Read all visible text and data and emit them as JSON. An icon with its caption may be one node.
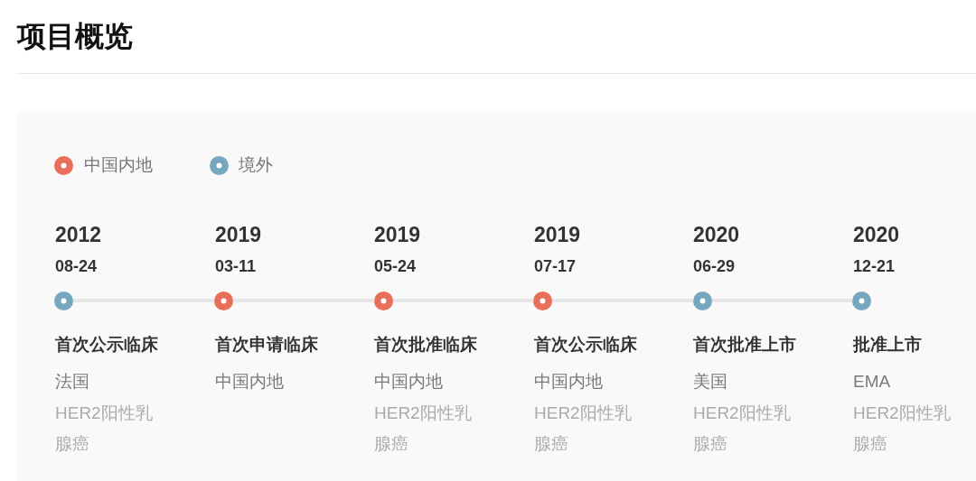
{
  "diagram": {
    "title": "项目概览",
    "nodes": [
      {
        "text": [],
        "shape": "circle",
        "beside": [
          "2012",
          "08-24",
          "首次公示临床",
          "法国",
          "HER2阳性乳腺癌"
        ]
      },
      {
        "text": [],
        "shape": "circle",
        "beside": [
          "2019",
          "03-11",
          "首次申请临床",
          "中国内地"
        ]
      },
      {
        "text": [],
        "shape": "circle",
        "beside": [
          "2019",
          "05-24",
          "首次批准临床",
          "中国内地",
          "HER2阳性乳腺癌"
        ]
      },
      {
        "text": [],
        "shape": "circle",
        "beside": [
          "2019",
          "07-17",
          "首次公示临床",
          "中国内地",
          "HER2阳性乳腺癌"
        ]
      },
      {
        "text": [],
        "shape": "circle",
        "beside": [
          "2020",
          "06-29",
          "首次批准上市",
          "美国",
          "HER2阳性乳腺癌"
        ]
      },
      {
        "text": [],
        "shape": "circle",
        "beside": [
          "2020",
          "12-21",
          "批准上市",
          "EMA",
          "HER2阳性乳腺癌"
        ]
      }
    ],
    "edges": [
      {
        "from": 0,
        "to": 1,
        "arrow": "none"
      },
      {
        "from": 1,
        "to": 2,
        "arrow": "none"
      },
      {
        "from": 2,
        "to": 3,
        "arrow": "none"
      },
      {
        "from": 3,
        "to": 4,
        "arrow": "none"
      },
      {
        "from": 4,
        "to": 5,
        "arrow": "none"
      }
    ],
    "legend": [
      {
        "text": "中国内地",
        "color": "#e8705a"
      },
      {
        "text": "境外",
        "color": "#76a7bf"
      }
    ]
  }
}
